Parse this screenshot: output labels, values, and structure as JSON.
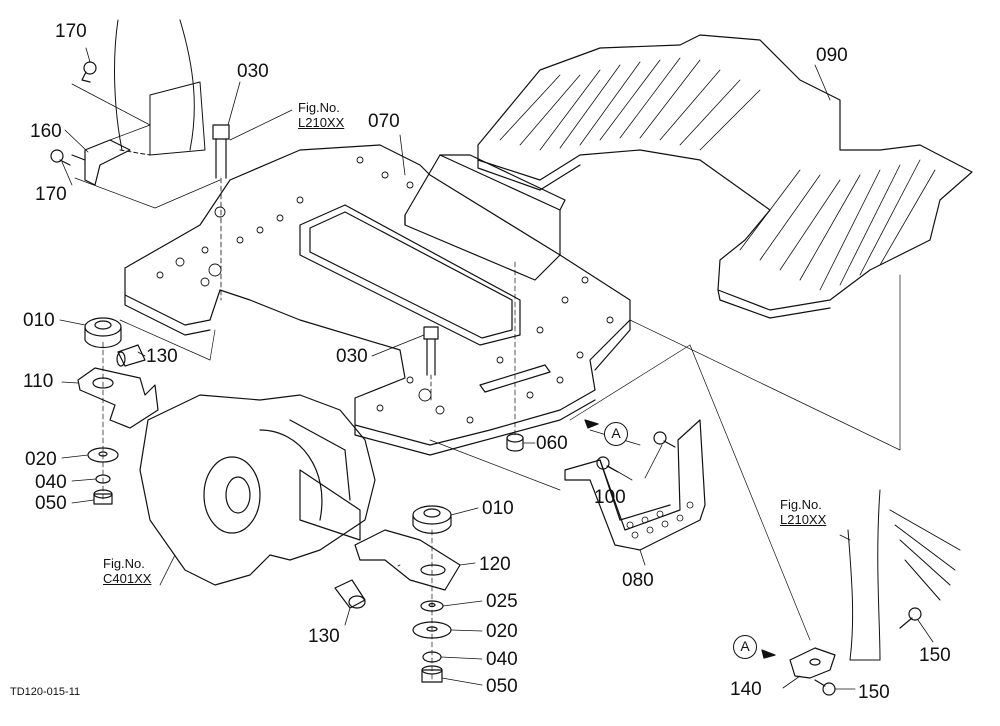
{
  "labels": {
    "l170a": "170",
    "l170b": "170",
    "l160": "160",
    "l030a": "030",
    "l030b": "030",
    "l070": "070",
    "l090": "090",
    "l010a": "010",
    "l010b": "010",
    "l130a": "130",
    "l130b": "130",
    "l110": "110",
    "l020a": "020",
    "l020b": "020",
    "l040a": "040",
    "l040b": "040",
    "l050a": "050",
    "l050b": "050",
    "l060": "060",
    "l100": "100",
    "l080": "080",
    "l120": "120",
    "l025": "025",
    "l140": "140",
    "l150a": "150",
    "l150b": "150"
  },
  "figrefs": {
    "top": {
      "title": "Fig.No.",
      "ref": "L210XX"
    },
    "left": {
      "title": "Fig.No.",
      "ref": "C401XX"
    },
    "right": {
      "title": "Fig.No.",
      "ref": "L210XX"
    }
  },
  "callouts": {
    "a1": "A",
    "a2": "A"
  },
  "footer": "TD120-015-11",
  "colors": {
    "line": "#111111",
    "background": "#ffffff"
  }
}
